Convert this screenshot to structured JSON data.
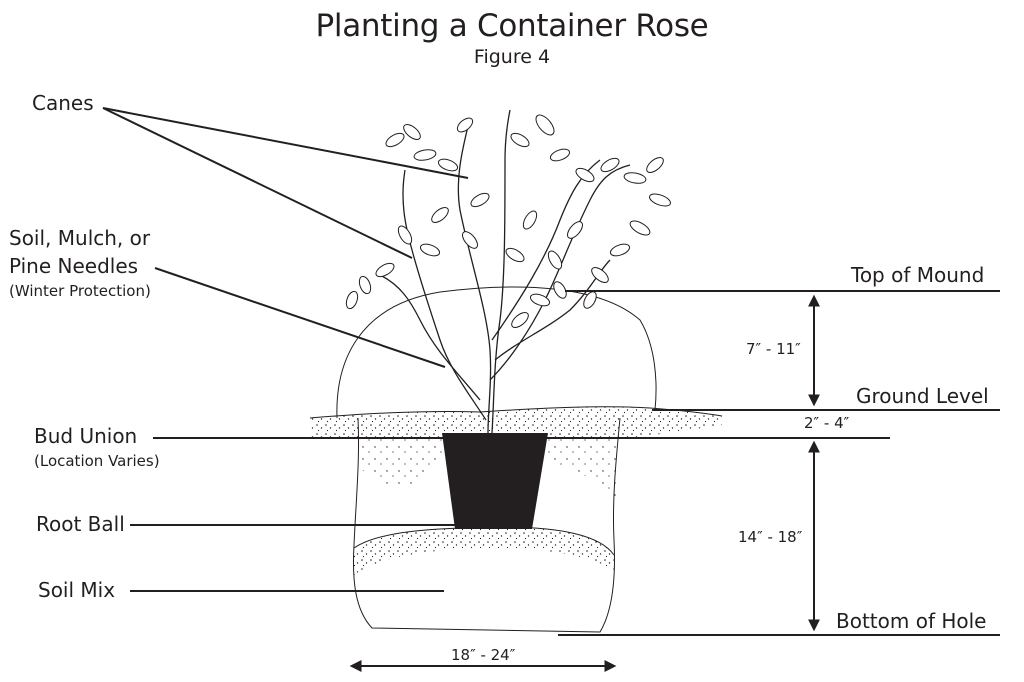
{
  "figure": {
    "title": "Planting a Container Rose",
    "subtitle": "Figure 4"
  },
  "labels": {
    "canes": "Canes",
    "winter_protection_line1": "Soil, Mulch, or",
    "winter_protection_line2": "Pine Needles",
    "winter_protection_note": "(Winter Protection)",
    "bud_union": "Bud Union",
    "bud_union_note": "(Location Varies)",
    "root_ball": "Root Ball",
    "soil_mix": "Soil Mix",
    "top_of_mound": "Top of Mound",
    "ground_level": "Ground Level",
    "bottom_of_hole": "Bottom of Hole"
  },
  "measurements": {
    "mound_height": "7″ - 11″",
    "bud_union_depth": "2″ - 4″",
    "hole_depth": "14″ - 18″",
    "hole_width": "18″ - 24″"
  },
  "colors": {
    "ink": "#231f20",
    "root_ball_fill": "#231f20",
    "background": "#ffffff"
  }
}
